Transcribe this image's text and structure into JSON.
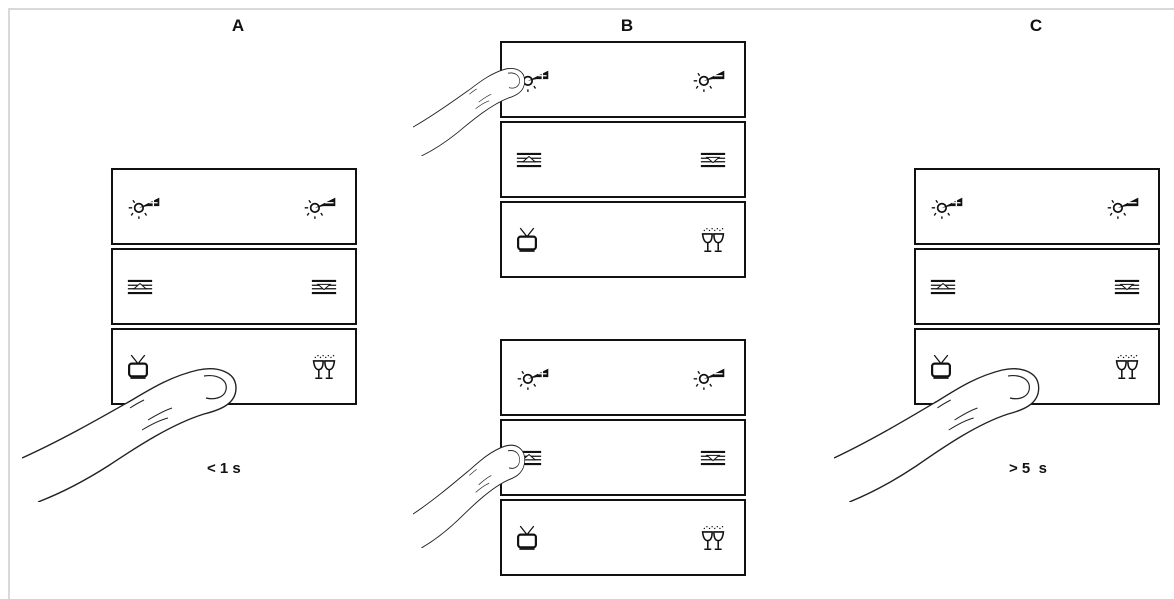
{
  "panels": [
    {
      "label": "A",
      "caption": "< 1 s"
    },
    {
      "label": "B",
      "caption": ""
    },
    {
      "label": "C",
      "caption": "> 5  s"
    }
  ],
  "keypad": {
    "rows": [
      {
        "left_icon": "light-plus-icon",
        "right_icon": "light-minus-icon"
      },
      {
        "left_icon": "blinds-up-icon",
        "right_icon": "blinds-down-icon"
      },
      {
        "left_icon": "tv-icon",
        "right_icon": "champagne-glasses-icon"
      }
    ]
  },
  "colors": {
    "stroke": "#111111",
    "finger": "#222222",
    "frame": "#d9d9d9"
  }
}
